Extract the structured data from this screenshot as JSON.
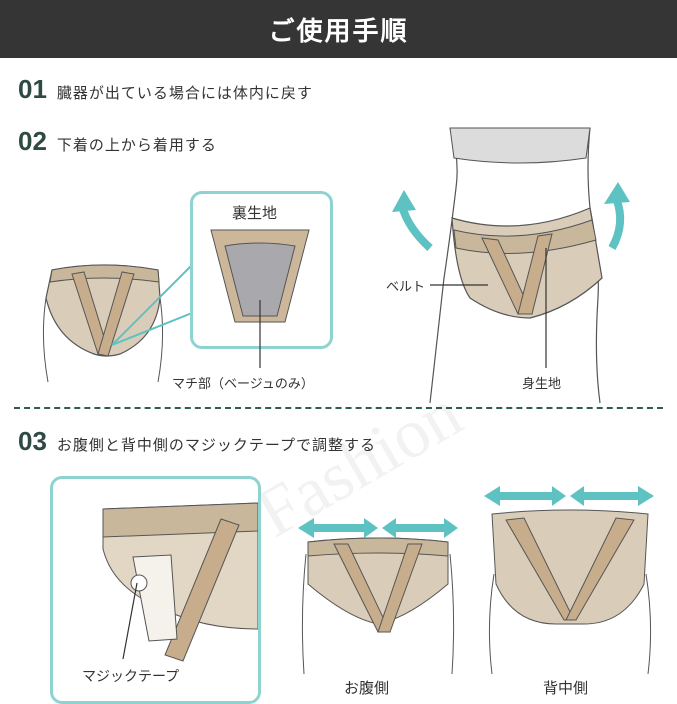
{
  "header": {
    "title": "ご使用手順"
  },
  "steps": [
    {
      "num": "01",
      "text": "臓器が出ている場合には体内に戻す"
    },
    {
      "num": "02",
      "text": "下着の上から着用する"
    },
    {
      "num": "03",
      "text": "お腹側と背中側のマジックテープで調整する"
    }
  ],
  "labels": {
    "ura_kiji": "裏生地",
    "machi_bu": "マチ部（ベージュのみ）",
    "belt": "ベルト",
    "mi_kiji": "身生地",
    "magic_tape": "マジックテープ",
    "onaka_gawa": "お腹側",
    "senaka_gawa": "背中側"
  },
  "watermark": "Rirachi Fashion",
  "colors": {
    "header_bg": "#353535",
    "teal": "#5ec2c2",
    "beige": "#cdb79b",
    "dark_green": "#2f4a43"
  }
}
